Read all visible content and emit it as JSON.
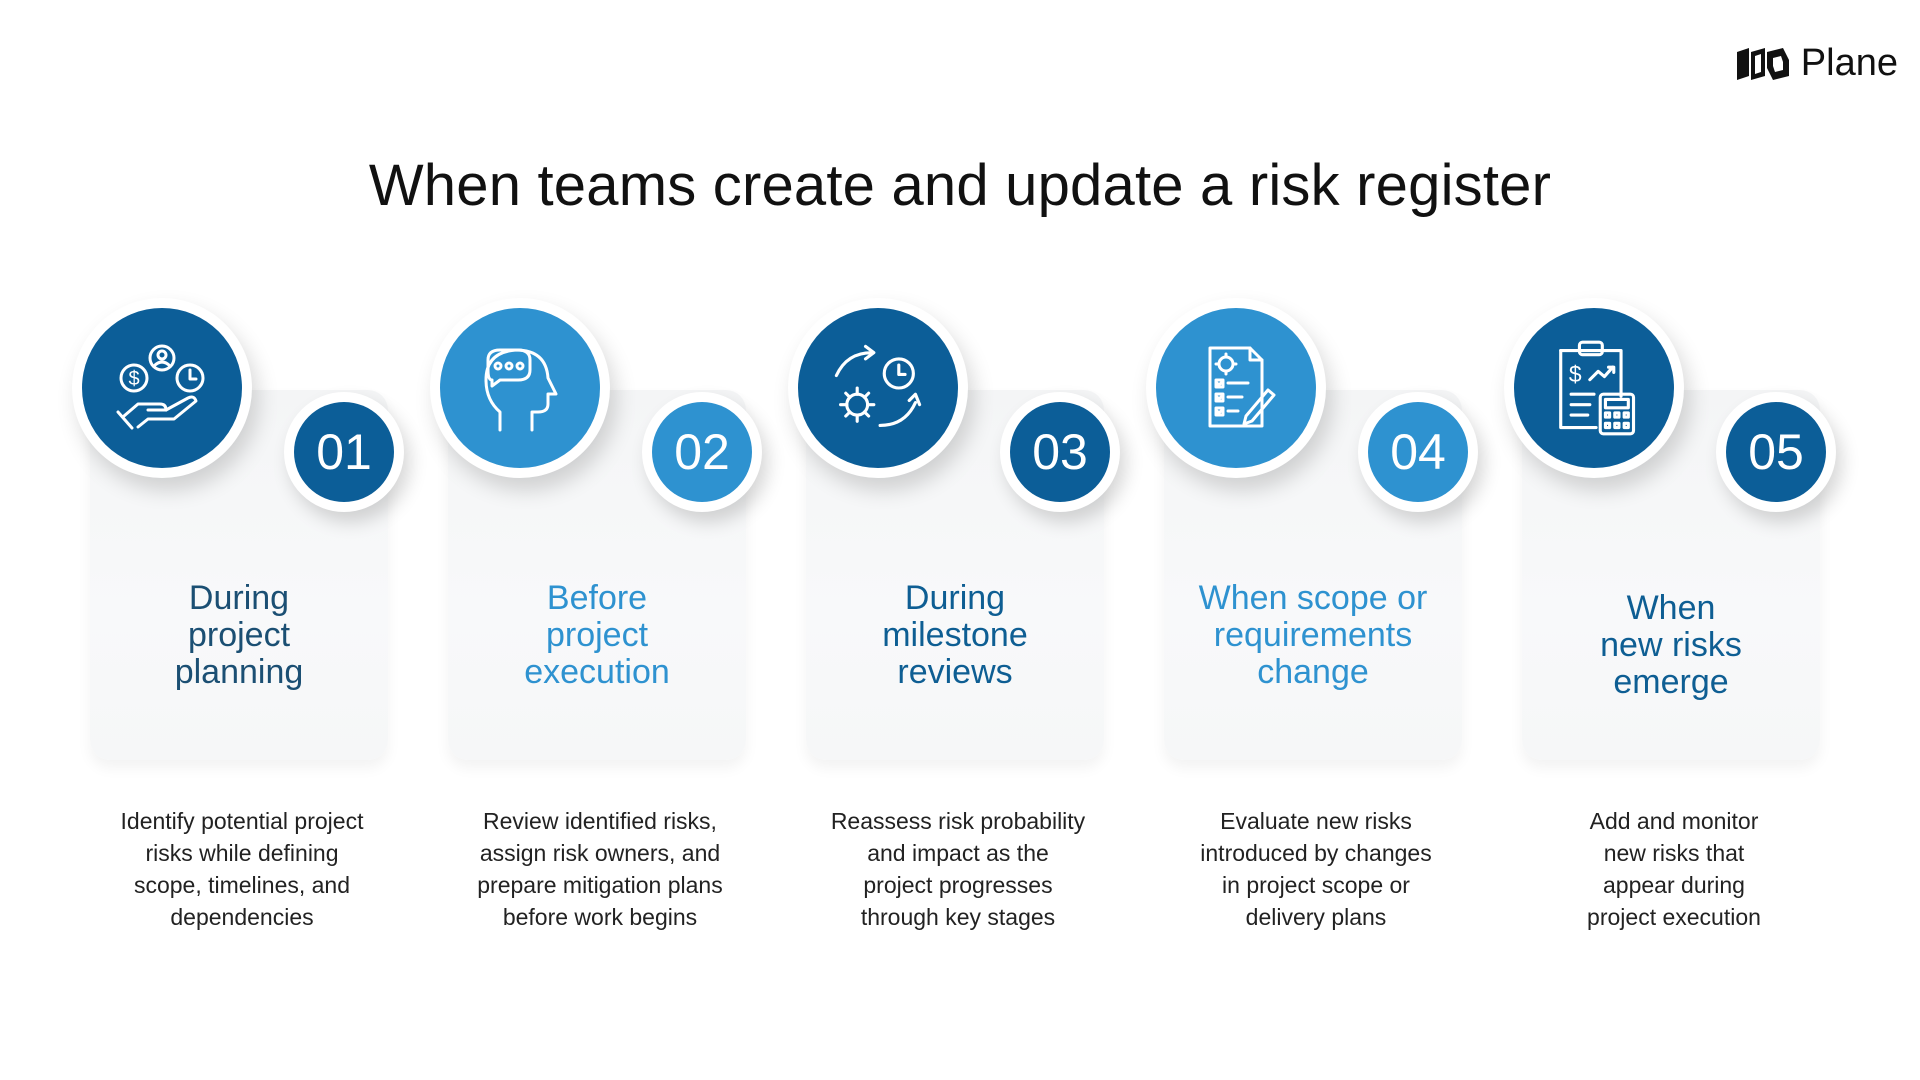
{
  "brand": {
    "name": "Plane"
  },
  "title": "When teams create and update a risk register",
  "colors": {
    "dark_blue": "#0c5e98",
    "light_blue": "#2e92d0",
    "title_dark": "#1b4f73"
  },
  "steps": [
    {
      "number": "01",
      "icon": "money-people-hand-icon",
      "title": [
        "During",
        "project",
        "planning"
      ],
      "description": [
        "Identify potential project",
        "risks while defining",
        "scope, timelines, and",
        "dependencies"
      ]
    },
    {
      "number": "02",
      "icon": "head-thinking-icon",
      "title": [
        "Before",
        "project",
        "execution"
      ],
      "description": [
        "Review identified risks,",
        "assign risk owners, and",
        "prepare mitigation plans",
        "before work begins"
      ]
    },
    {
      "number": "03",
      "icon": "cycle-gear-clock-icon",
      "title": [
        "During",
        "milestone",
        "reviews"
      ],
      "description": [
        "Reassess risk probability",
        "and impact as the",
        "project progresses",
        "through key stages"
      ]
    },
    {
      "number": "04",
      "icon": "document-checklist-icon",
      "title": [
        "When scope or",
        "requirements",
        "change"
      ],
      "description": [
        "Evaluate new risks",
        "introduced by changes",
        "in project scope or",
        "delivery plans"
      ]
    },
    {
      "number": "05",
      "icon": "clipboard-calculator-icon",
      "title": [
        "When",
        "new risks",
        "emerge"
      ],
      "description": [
        "Add and monitor",
        "new risks that",
        "appear during",
        "project execution"
      ]
    }
  ]
}
